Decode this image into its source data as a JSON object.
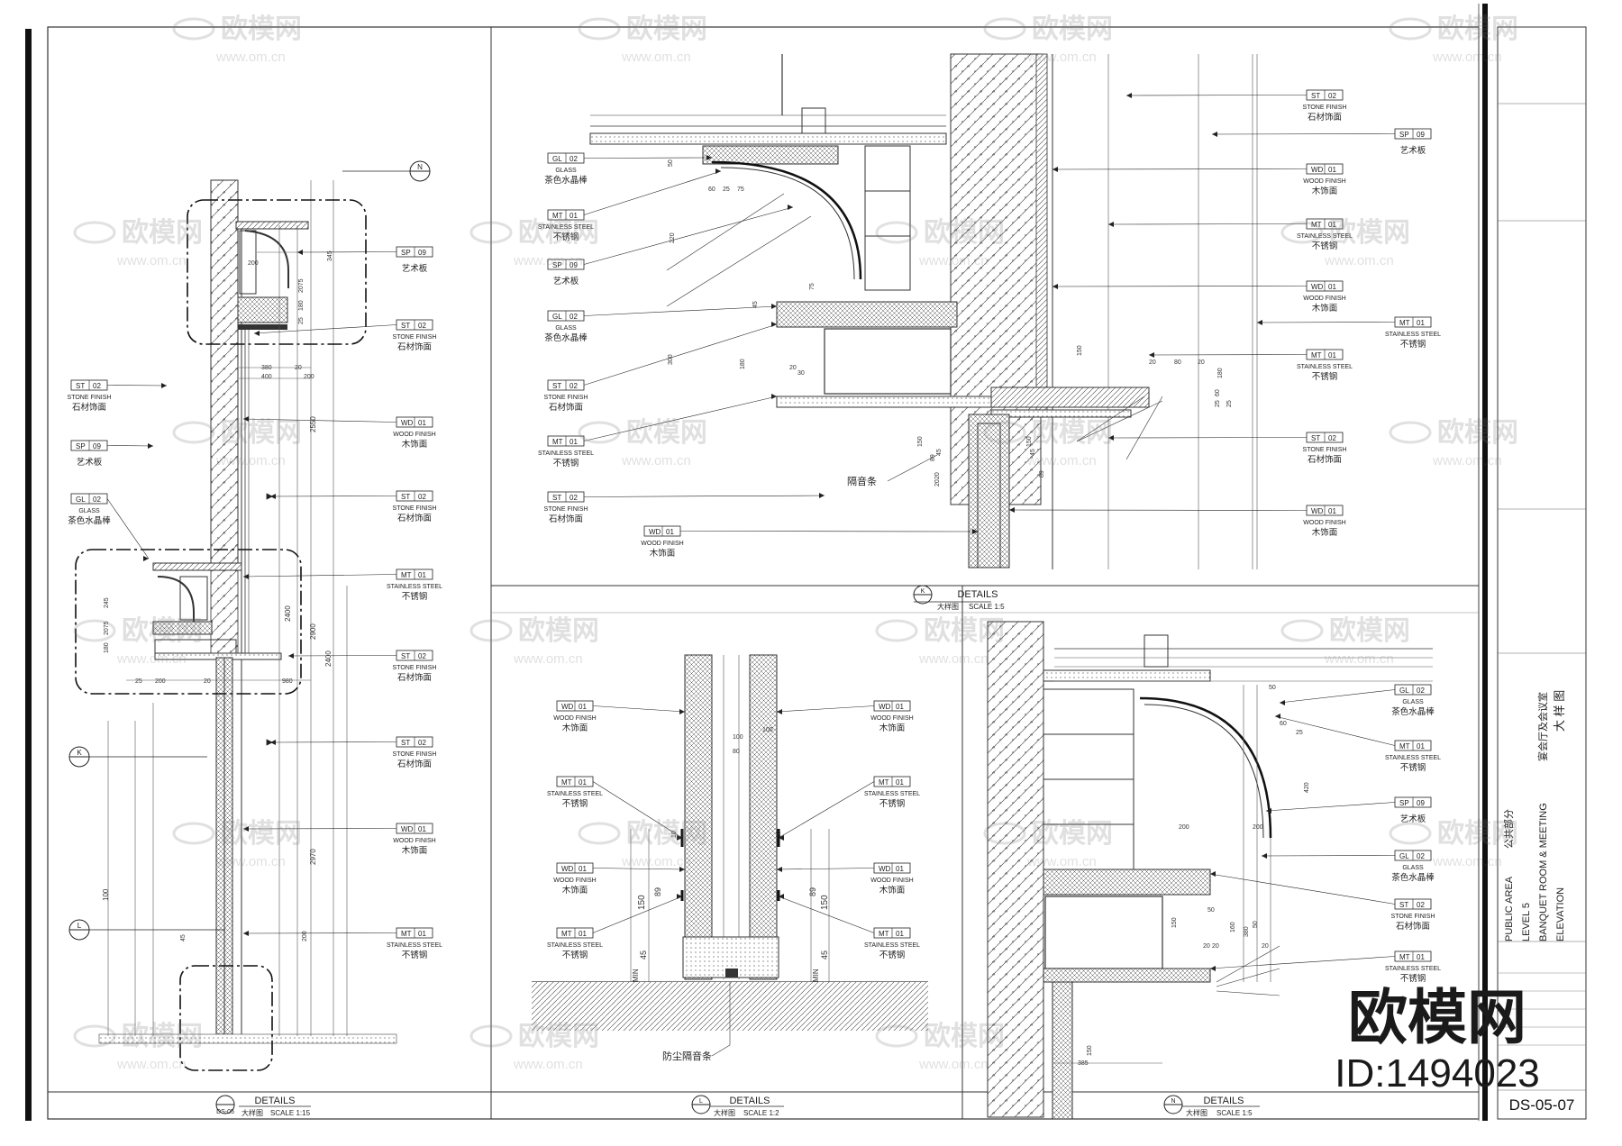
{
  "watermark": {
    "brand": "欧模网",
    "url": "www.om.cn",
    "url_short": "om.cn"
  },
  "logo": {
    "text": "欧模网",
    "id": "ID:1494023"
  },
  "title_block": {
    "line1_en": "PUBLIC AREA",
    "line1_cn": "公共部分",
    "line2_en": "LEVEL 5",
    "line3_en": "BANQUET ROOM & MEETING",
    "line3_cn": "宴会厅及会议室",
    "line4_en": "ELEVATION",
    "line4_cn": "大 样 图",
    "sheet_no": "DS-05-07"
  },
  "panels": {
    "main": {
      "title": "DETAILS",
      "sub": "大样图",
      "scale": "SCALE 1:15",
      "mark": "DS-05"
    },
    "k": {
      "title": "DETAILS",
      "sub": "大样图",
      "scale": "SCALE 1:5",
      "mark": "K"
    },
    "l": {
      "title": "DETAILS",
      "sub": "大样图",
      "scale": "SCALE 1:2",
      "mark": "L"
    },
    "n": {
      "title": "DETAILS",
      "sub": "大样图",
      "scale": "SCALE 1:5",
      "mark": "N"
    }
  },
  "materials": {
    "ST02": {
      "code": "ST",
      "no": "02",
      "en": "STONE FINISH",
      "cn": "石材饰面"
    },
    "SP09": {
      "code": "SP",
      "no": "09",
      "en": "",
      "cn": "艺术板"
    },
    "GL02": {
      "code": "GL",
      "no": "02",
      "en": "GLASS",
      "cn": "茶色水晶棒"
    },
    "WD01": {
      "code": "WD",
      "no": "01",
      "en": "WOOD FINISH",
      "cn": "木饰面"
    },
    "MT01": {
      "code": "MT",
      "no": "01",
      "en": "STAINLESS STEEL",
      "cn": "不锈钢"
    }
  },
  "notes": {
    "sound_strip": "隔音条",
    "dust_strip": "防尘隔音条"
  },
  "dims": {
    "main": [
      "345",
      "2075",
      "180",
      "25",
      "200",
      "380",
      "400",
      "200",
      "20",
      "2400",
      "2550",
      "2900",
      "2970",
      "2400",
      "100",
      "245",
      "2075",
      "180",
      "25",
      "200",
      "20",
      "980",
      "45",
      "200"
    ],
    "k": [
      "50",
      "60",
      "25",
      "75",
      "220",
      "75",
      "45",
      "180",
      "300",
      "20",
      "30",
      "45",
      "150",
      "89",
      "20",
      "20",
      "45",
      "150",
      "89",
      "20",
      "80",
      "20",
      "180",
      "60",
      "25",
      "25",
      "150"
    ],
    "l": [
      "100",
      "80",
      "10",
      "150",
      "89",
      "45",
      "MIN",
      "10",
      "150",
      "89",
      "45",
      "MIN",
      "100"
    ],
    "n": [
      "50",
      "60",
      "25",
      "420",
      "200",
      "200",
      "50",
      "150",
      "20",
      "20",
      "160",
      "380",
      "50",
      "20",
      "150",
      "385"
    ]
  }
}
